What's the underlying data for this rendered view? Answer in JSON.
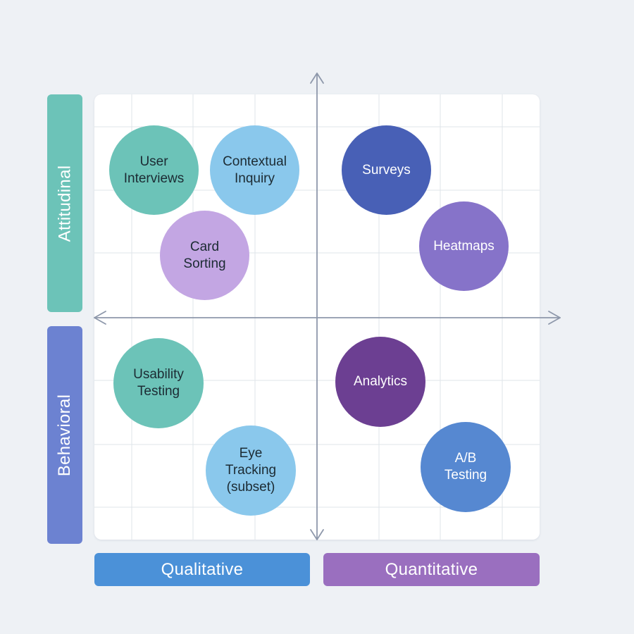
{
  "labels": {
    "attitudinal": "Attitudinal",
    "behavioral": "Behavioral",
    "qualitative": "Qualitative",
    "quantitative": "Quantitative"
  },
  "colors": {
    "background": "#eef1f5",
    "panel": "#ffffff",
    "grid": "#dfe4ea",
    "axis": "#8e98ab",
    "attitudinal": "#6cc3b8",
    "behavioral": "#6c82d1",
    "qualitative": "#4b91d8",
    "quantitative": "#9a6fbf"
  },
  "methods": [
    {
      "id": "user-interviews",
      "label": "User\nInterviews",
      "fill": "#6cc3b8",
      "text": "#1c2b33"
    },
    {
      "id": "contextual-inquiry",
      "label": "Contextual\nInquiry",
      "fill": "#8ac8ec",
      "text": "#1c2b33"
    },
    {
      "id": "card-sorting",
      "label": "Card\nSorting",
      "fill": "#c3a6e3",
      "text": "#1c2b33"
    },
    {
      "id": "surveys",
      "label": "Surveys",
      "fill": "#4860b6",
      "text": "#ffffff"
    },
    {
      "id": "heatmaps",
      "label": "Heatmaps",
      "fill": "#8673c9",
      "text": "#ffffff"
    },
    {
      "id": "usability-testing",
      "label": "Usability\nTesting",
      "fill": "#6cc3b8",
      "text": "#1c2b33"
    },
    {
      "id": "eye-tracking",
      "label": "Eye\nTracking\n(subset)",
      "fill": "#8ac8ec",
      "text": "#1c2b33"
    },
    {
      "id": "analytics",
      "label": "Analytics",
      "fill": "#6c3f92",
      "text": "#ffffff"
    },
    {
      "id": "ab-testing",
      "label": "A/B\nTesting",
      "fill": "#5688d1",
      "text": "#ffffff"
    }
  ]
}
